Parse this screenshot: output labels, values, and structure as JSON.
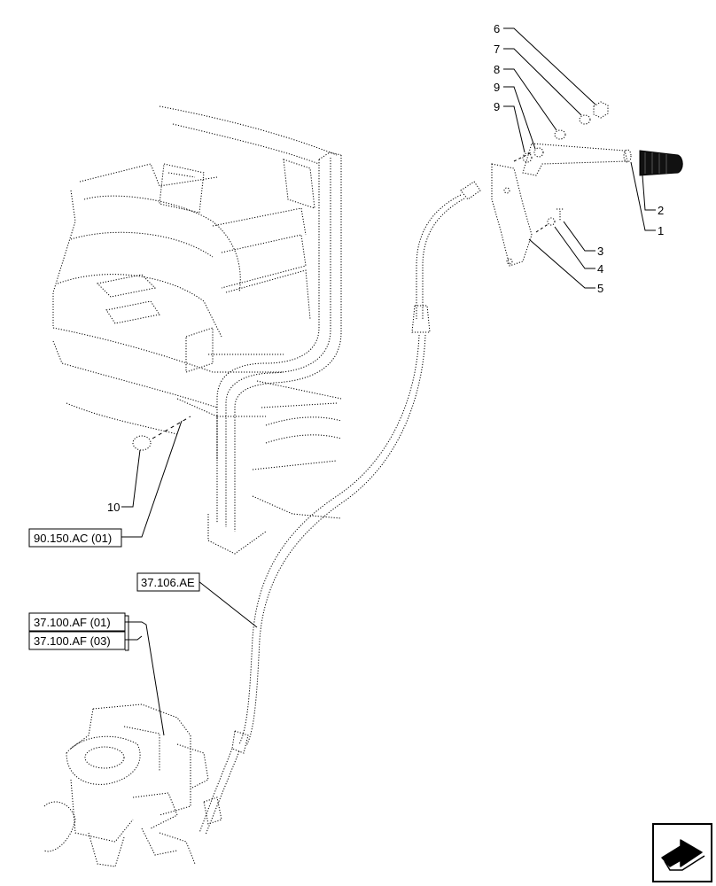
{
  "callouts": {
    "c1": "1",
    "c2": "2",
    "c3": "3",
    "c4": "4",
    "c5": "5",
    "c6": "6",
    "c7": "7",
    "c8": "8",
    "c9a": "9",
    "c9b": "9",
    "c10": "10"
  },
  "references": {
    "ref_90150": "90.150.AC (01)",
    "ref_37106": "37.106.AE",
    "ref_37100_01": "37.100.AF (01)",
    "ref_37100_03": "37.100.AF (03)"
  },
  "icons": {
    "nav": "next-page-arrow-icon"
  }
}
